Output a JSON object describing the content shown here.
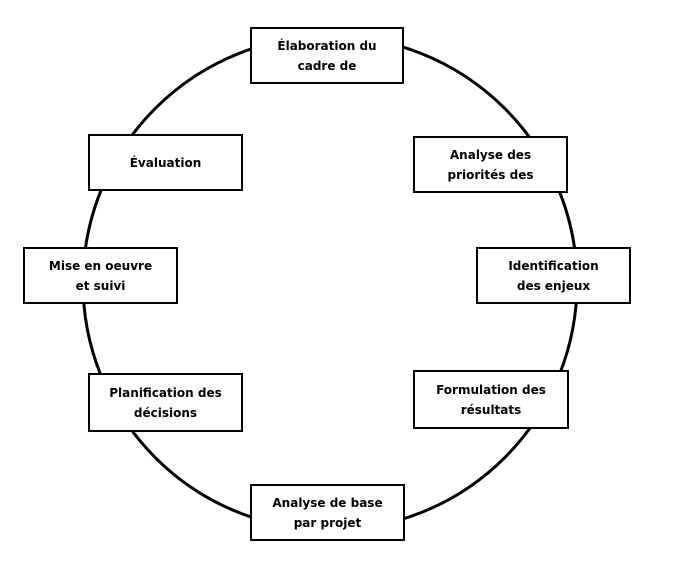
{
  "diagram": {
    "type": "cycle",
    "line_color": "#000000",
    "box_fill": "#ffffff",
    "steps": [
      {
        "label": "Élaboration du\ncadre de"
      },
      {
        "label": "Analyse des\npriorités des"
      },
      {
        "label": "Identification\ndes enjeux"
      },
      {
        "label": "Formulation des\nrésultats"
      },
      {
        "label": "Analyse de base\npar projet"
      },
      {
        "label": "Planification des\ndécisions"
      },
      {
        "label": "Mise en oeuvre\net suivi"
      },
      {
        "label": "Évaluation"
      }
    ]
  }
}
